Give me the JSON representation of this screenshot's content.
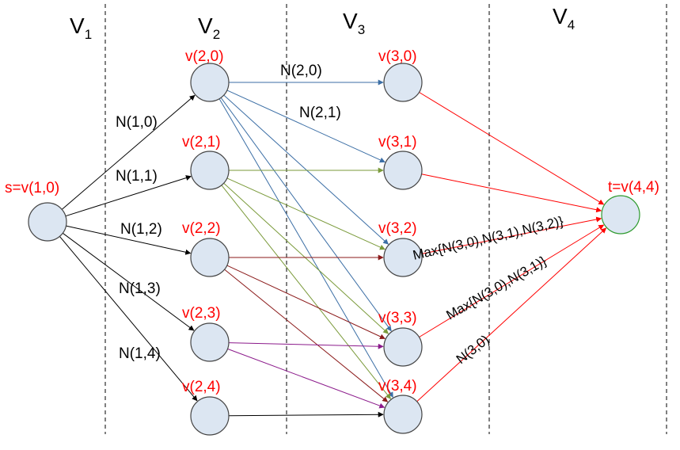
{
  "layers": [
    {
      "id": "V1",
      "letter": "V",
      "sub": "1"
    },
    {
      "id": "V2",
      "letter": "V",
      "sub": "2"
    },
    {
      "id": "V3",
      "letter": "V",
      "sub": "3"
    },
    {
      "id": "V4",
      "letter": "V",
      "sub": "4"
    }
  ],
  "nodes": [
    {
      "id": "s",
      "label": "s=v(1,0)",
      "border": "#444444"
    },
    {
      "id": "v20",
      "label": "v(2,0)",
      "border": "#444444"
    },
    {
      "id": "v21",
      "label": "v(2,1)",
      "border": "#444444"
    },
    {
      "id": "v22",
      "label": "v(2,2)",
      "border": "#444444"
    },
    {
      "id": "v23",
      "label": "v(2,3)",
      "border": "#444444"
    },
    {
      "id": "v24",
      "label": "v(2,4)",
      "border": "#444444"
    },
    {
      "id": "v30",
      "label": "v(3,0)",
      "border": "#444444"
    },
    {
      "id": "v31",
      "label": "v(3,1)",
      "border": "#444444"
    },
    {
      "id": "v32",
      "label": "v(3,2)",
      "border": "#444444"
    },
    {
      "id": "v33",
      "label": "v(3,3)",
      "border": "#444444"
    },
    {
      "id": "v34",
      "label": "v(3,4)",
      "border": "#444444"
    },
    {
      "id": "t",
      "label": "t=v(4,4)",
      "border": "#2e9a2e"
    }
  ],
  "edges": [
    {
      "from": "s",
      "to": "v20",
      "color": "#000000"
    },
    {
      "from": "s",
      "to": "v21",
      "color": "#000000"
    },
    {
      "from": "s",
      "to": "v22",
      "color": "#000000"
    },
    {
      "from": "s",
      "to": "v23",
      "color": "#000000"
    },
    {
      "from": "s",
      "to": "v24",
      "color": "#000000"
    },
    {
      "from": "v20",
      "to": "v30",
      "color": "#3b6ea5"
    },
    {
      "from": "v20",
      "to": "v31",
      "color": "#3b6ea5"
    },
    {
      "from": "v20",
      "to": "v32",
      "color": "#3b6ea5"
    },
    {
      "from": "v20",
      "to": "v33",
      "color": "#3b6ea5"
    },
    {
      "from": "v20",
      "to": "v34",
      "color": "#3b6ea5"
    },
    {
      "from": "v21",
      "to": "v31",
      "color": "#7a9a3a"
    },
    {
      "from": "v21",
      "to": "v32",
      "color": "#7a9a3a"
    },
    {
      "from": "v21",
      "to": "v33",
      "color": "#7a9a3a"
    },
    {
      "from": "v21",
      "to": "v34",
      "color": "#7a9a3a"
    },
    {
      "from": "v22",
      "to": "v32",
      "color": "#8b1a1a"
    },
    {
      "from": "v22",
      "to": "v33",
      "color": "#8b1a1a"
    },
    {
      "from": "v22",
      "to": "v34",
      "color": "#8b1a1a"
    },
    {
      "from": "v23",
      "to": "v33",
      "color": "#8b1a8b"
    },
    {
      "from": "v23",
      "to": "v34",
      "color": "#8b1a8b"
    },
    {
      "from": "v24",
      "to": "v34",
      "color": "#000000"
    },
    {
      "from": "v30",
      "to": "t",
      "color": "#ff0000"
    },
    {
      "from": "v31",
      "to": "t",
      "color": "#ff0000"
    },
    {
      "from": "v32",
      "to": "t",
      "color": "#ff0000"
    },
    {
      "from": "v33",
      "to": "t",
      "color": "#ff0000"
    },
    {
      "from": "v34",
      "to": "t",
      "color": "#ff0000"
    }
  ],
  "edge_labels": [
    {
      "id": "n10",
      "text": "N(1,0)"
    },
    {
      "id": "n11",
      "text": "N(1,1)"
    },
    {
      "id": "n12",
      "text": "N(1,2)"
    },
    {
      "id": "n13",
      "text": "N(1,3)"
    },
    {
      "id": "n14",
      "text": "N(1,4)"
    },
    {
      "id": "n20",
      "text": "N(2,0)"
    },
    {
      "id": "n21",
      "text": "N(2,1)"
    },
    {
      "id": "m32",
      "text": "Max{N(3,0),N(3,1),N(3,2)}"
    },
    {
      "id": "m31",
      "text": "Max{N(3,0),N(3,1)}"
    },
    {
      "id": "n30",
      "text": "N(3,0)"
    }
  ],
  "colors": {
    "node_fill": "#dce6f2",
    "label_red": "#ff0000",
    "divider": "#000000"
  }
}
